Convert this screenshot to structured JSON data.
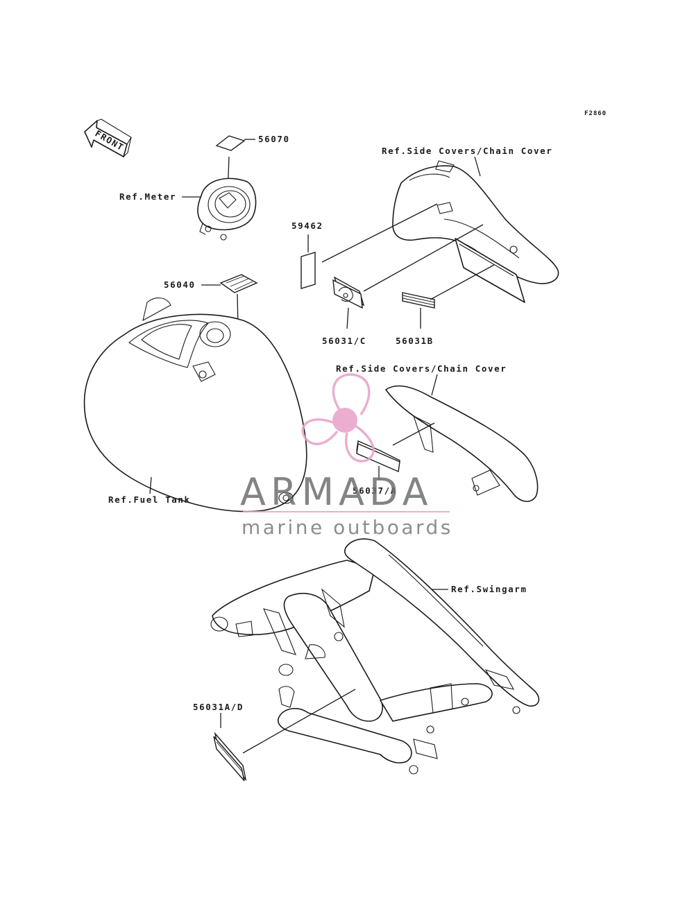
{
  "diagram": {
    "code": "F2860",
    "front_label": "FRONT",
    "labels": {
      "p56070": "56070",
      "ref_meter": "Ref.Meter",
      "p56040": "56040",
      "ref_fuel_tank": "Ref.Fuel Tank",
      "p59462": "59462",
      "p56031c": "56031/C",
      "p56031b": "56031B",
      "ref_side_covers_1": "Ref.Side Covers/Chain Cover",
      "ref_side_covers_2": "Ref.Side Covers/Chain Cover",
      "p56037a": "56037/A",
      "ref_swingarm": "Ref.Swingarm",
      "p56031ad": "56031A/D"
    }
  },
  "watermark": {
    "brand": "ARMADA",
    "tagline": "marine outboards",
    "accent_color": "#e8a0c8"
  }
}
